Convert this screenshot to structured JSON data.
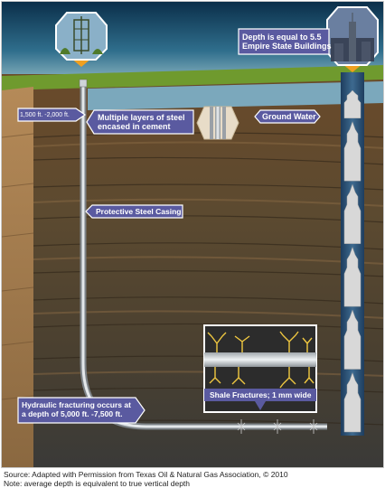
{
  "diagram": {
    "depth_range_label": "1,500 ft. -2,000 ft.",
    "steel_layers_label": [
      "Multiple layers of steel",
      "encased in cement"
    ],
    "groundwater_label": "Ground Water",
    "esb_label": [
      "Depth is equal to 5.5",
      "Empire State Buildings"
    ],
    "casing_label": "Protective Steel Casing",
    "shale_label": "Shale Fractures; 1 mm wide",
    "fracturing_label": [
      "Hydraulic fracturing occurs at",
      "a depth of 5,000 ft. -7,500 ft."
    ],
    "building_count": 5.5
  },
  "footer": {
    "source": "Source: Adapted with Permission from Texas Oil & Natural Gas Association, © 2010",
    "note": "Note: average depth is equivalent to true vertical depth"
  },
  "colors": {
    "label_bg": "#5a5aa0",
    "sky_top": "#0d3a5a",
    "grass": "#6f9a2e",
    "water": "#7fb8d6"
  }
}
